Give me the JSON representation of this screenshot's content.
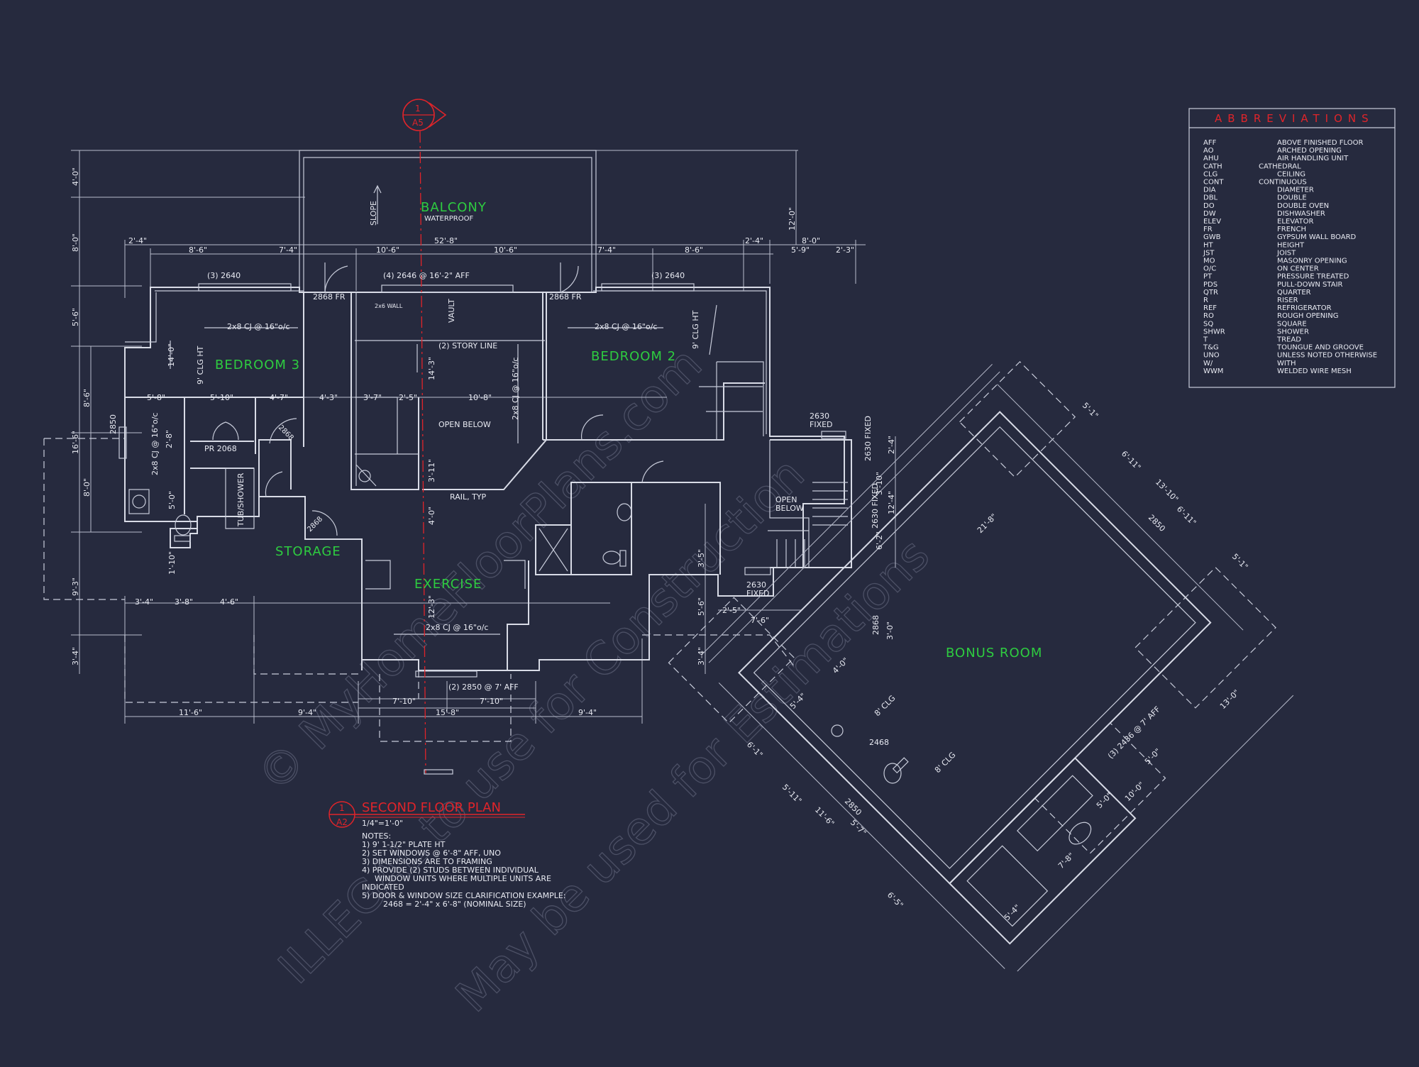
{
  "plan": {
    "title": "SECOND FLOOR PLAN",
    "scale": "1/4\"=1'-0\"",
    "ref_number": "1",
    "ref_sheet": "A2",
    "section_number": "1",
    "section_sheet": "A5",
    "notes_heading": "NOTES:",
    "notes": [
      "1) 9' 1-1/2\" PLATE HT",
      "2) SET WINDOWS @ 6'-8\" AFF, UNO",
      "3) DIMENSIONS ARE TO FRAMING",
      "4) PROVIDE (2) STUDS BETWEEN INDIVIDUAL",
      "WINDOW UNITS WHERE MULTIPLE UNITS ARE",
      "INDICATED",
      "5) DOOR & WINDOW SIZE CLARIFICATION EXAMPLE:",
      "2468 = 2'-4\" x 6'-8\" (NOMINAL SIZE)"
    ]
  },
  "rooms": {
    "balcony": "BALCONY",
    "balcony_sub": "WATERPROOF",
    "bedroom3": "BEDROOM 3",
    "bedroom2": "BEDROOM 2",
    "storage": "STORAGE",
    "exercise": "EXERCISE",
    "bonus": "BONUS ROOM"
  },
  "labels": {
    "slope": "SLOPE",
    "vault": "VAULT",
    "story_line": "(2) STORY LINE",
    "open_below": "OPEN BELOW",
    "open_below2a": "OPEN",
    "open_below2b": "BELOW",
    "rail": "RAIL, TYP",
    "wall2x6": "2x6 WALL",
    "w_2640a": "(3) 2640",
    "w_2646": "(4) 2646 @ 16'-2\" AFF",
    "w_2640b": "(3) 2640",
    "d_2868a": "2868 FR",
    "d_2868b": "2868 FR",
    "cj_b3": "2x8 CJ @ 16\"o/c",
    "cj_b2": "2x8 CJ @ 16\"o/c",
    "cj_mid": "2x8 CJ @ 16\"o/c",
    "cj_ex": "2x8 CJ @ 16\"o/c",
    "cj_bath": "2x8 CJ @ 16\"o/c",
    "clg_b3": "9' CLG HT",
    "clg_b2": "9' CLG HT",
    "pr2068": "PR 2068",
    "tub": "TUB/SHOWER",
    "w_2850_left": "2850",
    "d_2868_storage": "2868",
    "d_2868_hall": "2868",
    "w_2850_ex": "(2) 2850 @ 7' AFF",
    "w_2630_fixed_a": "2630",
    "w_2630_fixed_a2": "FIXED",
    "w_2630_fixed_b": "2630",
    "w_2630_fixed_b2": "FIXED",
    "w_2630_v1": "2630 FIXED",
    "w_2630_v2": "2630 FIXED",
    "w_2850_bonus": "2850",
    "w_2436": "(3) 2436 @ 7' AFF",
    "d_2468": "2468",
    "d_2868_bonus": "2868",
    "d_2850_bath": "2850",
    "clg_8a": "8' CLG",
    "clg_8b": "8' CLG"
  },
  "dims": {
    "d_4_0": "4'-0\"",
    "d_8_0": "8'-0\"",
    "d_5_6": "5'-6\"",
    "d_8_6": "8'-6\"",
    "d_16_6": "16'-6\"",
    "d_8_0b": "8'-0\"",
    "d_9_3": "9'-3\"",
    "d_3_4": "3'-4\"",
    "t_2_4": "2'-4\"",
    "t_8_6": "8'-6\"",
    "t_7_4": "7'-4\"",
    "t_10_6a": "10'-6\"",
    "t_52_8": "52'-8\"",
    "t_10_6b": "10'-6\"",
    "t_7_4b": "7'-4\"",
    "t_8_6b": "8'-6\"",
    "t_2_4b": "2'-4\"",
    "t_8_0": "8'-0\"",
    "t_5_9": "5'-9\"",
    "t_2_3": "2'-3\"",
    "r_12_0": "12'-0\"",
    "m_5_8": "5'-8\"",
    "m_5_10": "5'-10\"",
    "m_4_7": "4'-7\"",
    "m_4_3": "4'-3\"",
    "m_3_7": "3'-7\"",
    "m_2_5": "2'-5\"",
    "m_10_8": "10'-8\"",
    "v_14_0": "14'-0\"",
    "v_14_3": "14'-3\"",
    "v_3_11": "3'-11\"",
    "v_4_0": "4'-0\"",
    "v_12_3": "12'-3\"",
    "v_5_0": "5'-0\"",
    "v_2_8": "2'-8\"",
    "v_1_10": "1'-10\"",
    "b_3_4": "3'-4\"",
    "b_3_8": "3'-8\"",
    "b_4_6": "4'-6\"",
    "e_7_10a": "7'-10\"",
    "e_7_10b": "7'-10\"",
    "e_15_8": "15'-8\"",
    "bt_11_6": "11'-6\"",
    "bt_9_4": "9'-4\"",
    "bt_9_4b": "9'-4\"",
    "r_3_5": "3'-5\"",
    "r_5_6": "5'-6\"",
    "r_3_4": "3'-4\"",
    "s_2_5": "2'-5\"",
    "s_7_6": "7'-6\"",
    "s_3_10": "3'-10\"",
    "s_6_2": "6'-2\"",
    "s_12_4": "12'-4\"",
    "s_2_4": "2'-4\"",
    "s_3_0": "3'-0\"",
    "g_5_1a": "5'-1\"",
    "g_6_11a": "6'-11\"",
    "g_13_10": "13'-10\"",
    "g_6_11b": "6'-11\"",
    "g_5_1b": "5'-1\"",
    "g_21_8": "21'-8\"",
    "g_13_0": "13'-0\"",
    "g_5_0": "5'-0\"",
    "g_10_0": "10'-0\"",
    "g_5_0b": "5'-0\"",
    "g_7_8": "7'-8\"",
    "g_5_4": "5'-4\"",
    "g_6_5": "6'-5\"",
    "g_4_0": "4'-0\"",
    "g_5_4b": "5'-4\"",
    "g_6_1": "6'-1\"",
    "g_5_11": "5'-11\"",
    "g_11_6": "11'-6\"",
    "g_5_7": "5'-7\""
  },
  "abbreviations": {
    "title": "ABBREVIATIONS",
    "items": [
      {
        "abbr": "AFF",
        "meaning": "ABOVE FINISHED FLOOR"
      },
      {
        "abbr": "AO",
        "meaning": "ARCHED OPENING"
      },
      {
        "abbr": "AHU",
        "meaning": "AIR HANDLING UNIT"
      },
      {
        "abbr": "CATH",
        "meaning": "CATHEDRAL"
      },
      {
        "abbr": "CLG",
        "meaning": "CEILING"
      },
      {
        "abbr": "CONT",
        "meaning": "CONTINUOUS"
      },
      {
        "abbr": "DIA",
        "meaning": "DIAMETER"
      },
      {
        "abbr": "DBL",
        "meaning": "DOUBLE"
      },
      {
        "abbr": "DO",
        "meaning": "DOUBLE OVEN"
      },
      {
        "abbr": "DW",
        "meaning": "DISHWASHER"
      },
      {
        "abbr": "ELEV",
        "meaning": "ELEVATOR"
      },
      {
        "abbr": "FR",
        "meaning": "FRENCH"
      },
      {
        "abbr": "GWB",
        "meaning": "GYPSUM WALL BOARD"
      },
      {
        "abbr": "HT",
        "meaning": "HEIGHT"
      },
      {
        "abbr": "JST",
        "meaning": "JOIST"
      },
      {
        "abbr": "MO",
        "meaning": "MASONRY OPENING"
      },
      {
        "abbr": "O/C",
        "meaning": "ON CENTER"
      },
      {
        "abbr": "PT",
        "meaning": "PRESSURE TREATED"
      },
      {
        "abbr": "PDS",
        "meaning": "PULL-DOWN STAIR"
      },
      {
        "abbr": "QTR",
        "meaning": "QUARTER"
      },
      {
        "abbr": "R",
        "meaning": "RISER"
      },
      {
        "abbr": "REF",
        "meaning": "REFRIGERATOR"
      },
      {
        "abbr": "RO",
        "meaning": "ROUGH OPENING"
      },
      {
        "abbr": "SQ",
        "meaning": "SQUARE"
      },
      {
        "abbr": "SHWR",
        "meaning": "SHOWER"
      },
      {
        "abbr": "T",
        "meaning": "TREAD"
      },
      {
        "abbr": "T&G",
        "meaning": "TOUNGUE AND GROOVE"
      },
      {
        "abbr": "UNO",
        "meaning": "UNLESS NOTED OTHERWISE"
      },
      {
        "abbr": "W/",
        "meaning": "WITH"
      },
      {
        "abbr": "WWM",
        "meaning": "WELDED WIRE MESH"
      }
    ]
  },
  "watermark": {
    "line1": "© MyHomeFloorPlans.com",
    "line2": "ILLEGAL to use for Construction",
    "line3": "May be used for Estimations"
  },
  "colors": {
    "background": "#262a3e",
    "lines": "#d8dbe6",
    "room_text": "#2ecc40",
    "accent_red": "#e0242a"
  }
}
